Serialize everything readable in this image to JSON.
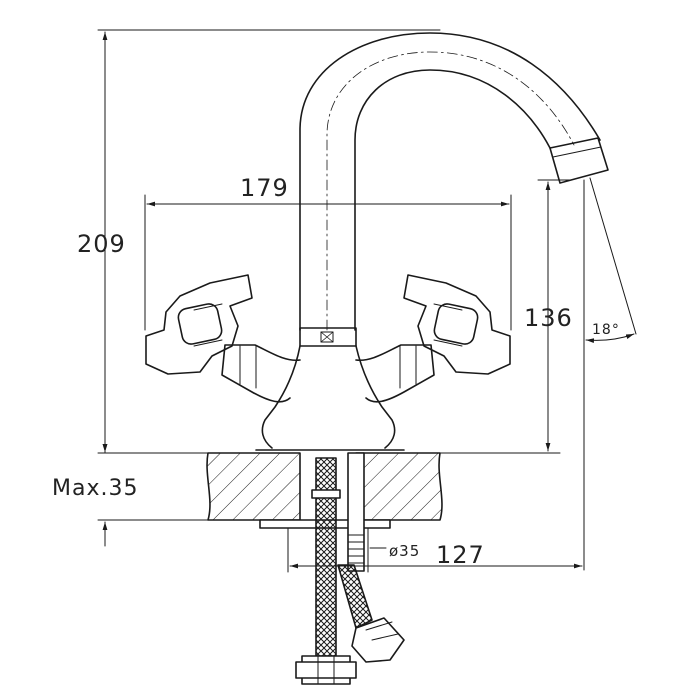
{
  "drawing": {
    "line_color": "#1a1a1a",
    "hatch_color": "#1a1a1a",
    "background": "#ffffff"
  },
  "dimensions": {
    "total_height": "209",
    "handle_span": "179",
    "spout_height": "136",
    "spout_angle": "18°",
    "max_deck_thickness": "Max.35",
    "hole_diameter": "ø35",
    "spout_reach": "127"
  }
}
